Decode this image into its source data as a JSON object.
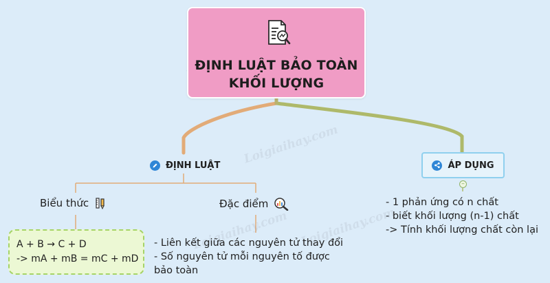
{
  "root": {
    "title_line1": "ĐỊNH LUẬT BẢO TOÀN",
    "title_line2": "KHỐI LƯỢNG",
    "icon": "document-analysis-icon"
  },
  "branches": {
    "dinh_luat": {
      "label": "ĐỊNH LUẬT",
      "icon": "pencil-icon",
      "children": {
        "bieu_thuc": {
          "label": "Biểu thức",
          "icon": "ruler-pencil-icon",
          "lines": [
            "A + B → C + D",
            "-> mA + mB = mC + mD"
          ]
        },
        "dac_diem": {
          "label": "Đặc điểm",
          "icon": "magnifier-chart-icon",
          "lines": [
            "- Liên kết giữa các nguyên tử thay đổi",
            "- Số nguyên tử mỗi nguyên tố được",
            "bảo toàn"
          ]
        }
      }
    },
    "ap_dung": {
      "label": "ÁP DỤNG",
      "icon": "share-icon",
      "lines": [
        "- 1 phản ứng có n chất",
        "- biết khối lượng (n-1) chất",
        "-> Tính khối lượng chất còn lại"
      ]
    }
  },
  "watermark": "Loigiaihay.com",
  "colors": {
    "background": "#dcecf9",
    "root_fill": "#f09cc5",
    "left_branch": "#e2ab78",
    "right_branch": "#aeb96a",
    "apdung_border": "#8fd0ee",
    "formula_fill": "#ecf8d4",
    "formula_border": "#a6d466"
  }
}
